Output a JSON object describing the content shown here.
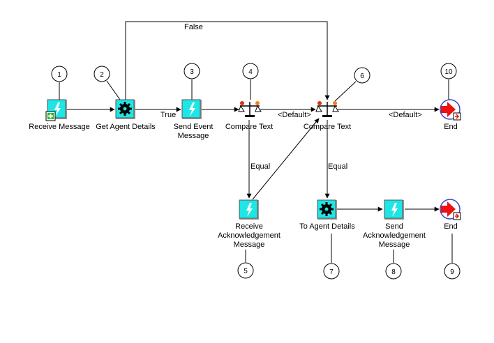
{
  "colors": {
    "event_fill": "#1ee6e6",
    "start_badge": "#22bb22",
    "end_arrow": "#ee1111",
    "end_ring": "#3344cc",
    "line": "#000000"
  },
  "nodes": [
    {
      "id": "receive_message",
      "icon": "event-icon",
      "badge": "start",
      "label": [
        "Receive Message"
      ],
      "callout": "1"
    },
    {
      "id": "get_agent_details",
      "icon": "function-gear-icon",
      "label": [
        "Get Agent Details"
      ],
      "callout": "2"
    },
    {
      "id": "send_event_message",
      "icon": "event-icon",
      "label": [
        "Send Event",
        "Message"
      ],
      "callout": "3"
    },
    {
      "id": "compare_text_1",
      "icon": "compare-icon",
      "label": [
        "Compare Text"
      ],
      "callout": "4"
    },
    {
      "id": "compare_text_2",
      "icon": "compare-icon",
      "label": [
        "Compare Text"
      ],
      "callout": "6"
    },
    {
      "id": "end_1",
      "icon": "end-icon",
      "label": [
        "End"
      ],
      "callout": "10"
    },
    {
      "id": "receive_ack_message",
      "icon": "event-icon",
      "label": [
        "Receive",
        "Acknowledgement",
        "Message"
      ],
      "callout": "5"
    },
    {
      "id": "to_agent_details",
      "icon": "function-gear-icon",
      "label": [
        "To Agent Details"
      ],
      "callout": "7"
    },
    {
      "id": "send_ack_message",
      "icon": "event-icon",
      "label": [
        "Send",
        "Acknowledgement",
        "Message"
      ],
      "callout": "8"
    },
    {
      "id": "end_2",
      "icon": "end-icon",
      "label": [
        "End"
      ],
      "callout": "9"
    }
  ],
  "edges": [
    {
      "from": "receive_message",
      "to": "get_agent_details",
      "label": ""
    },
    {
      "from": "get_agent_details",
      "to": "send_event_message",
      "label": "True"
    },
    {
      "from": "get_agent_details",
      "to": "compare_text_2",
      "label": "False"
    },
    {
      "from": "send_event_message",
      "to": "compare_text_1",
      "label": ""
    },
    {
      "from": "compare_text_1",
      "to": "compare_text_2",
      "label": "<Default>"
    },
    {
      "from": "compare_text_1",
      "to": "receive_ack_message",
      "label": "Equal"
    },
    {
      "from": "receive_ack_message",
      "to": "compare_text_2",
      "label": ""
    },
    {
      "from": "compare_text_2",
      "to": "end_1",
      "label": "<Default>"
    },
    {
      "from": "compare_text_2",
      "to": "to_agent_details",
      "label": "Equal"
    },
    {
      "from": "to_agent_details",
      "to": "send_ack_message",
      "label": ""
    },
    {
      "from": "send_ack_message",
      "to": "end_2",
      "label": ""
    }
  ]
}
